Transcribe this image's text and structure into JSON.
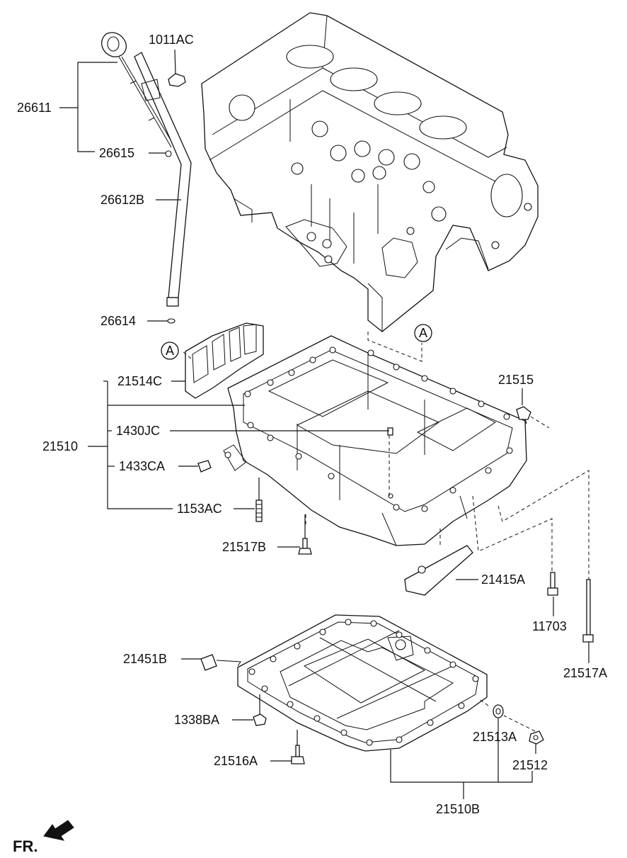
{
  "labels": {
    "p1011AC": "1011AC",
    "p26611": "26611",
    "p26615": "26615",
    "p26612B": "26612B",
    "p26614": "26614",
    "p21514C": "21514C",
    "p21510": "21510",
    "p1430JC": "1430JC",
    "p1433CA": "1433CA",
    "p1153AC": "1153AC",
    "p21517B": "21517B",
    "p21515": "21515",
    "p21415A": "21415A",
    "p11703": "11703",
    "p21517A": "21517A",
    "p21451B": "21451B",
    "p1338BA": "1338BA",
    "p21516A": "21516A",
    "p21513A": "21513A",
    "p21512": "21512",
    "p21510B": "21510B"
  },
  "refs": {
    "a_left": "A",
    "a_right": "A"
  },
  "direction": {
    "label": "FR."
  }
}
